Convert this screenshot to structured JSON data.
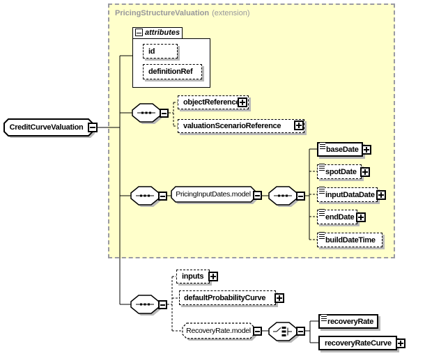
{
  "diagram": {
    "root": {
      "label": "CreditCurveValuation"
    },
    "extension": {
      "title": "PricingStructureValuation",
      "suffix": "(extension)"
    },
    "attributes": {
      "label": "attributes",
      "items": [
        {
          "label": "id"
        },
        {
          "label": "definitionRef"
        }
      ]
    },
    "reference_group": {
      "object_reference": "objectReference",
      "valuation_scenario_reference": "valuationScenarioReference"
    },
    "pricing_input_dates": {
      "label": "PricingInputDates.model",
      "base_date": "baseDate",
      "spot_date": "spotDate",
      "input_data_date": "inputDataDate",
      "end_date": "endDate",
      "build_date_time": "buildDateTime"
    },
    "valuation_group": {
      "inputs": "inputs",
      "default_probability_curve": "defaultProbabilityCurve",
      "recovery_rate_model": "RecoveryRate.model",
      "recovery_rate": "recoveryRate",
      "recovery_rate_curve": "recoveryRateCurve"
    },
    "colors": {
      "extension_fill": "#ffffcb",
      "extension_border": "#9a9aa2",
      "box_border": "#000000",
      "shadow": "#b8b8b8",
      "extension_title_text": "#97979b"
    }
  }
}
